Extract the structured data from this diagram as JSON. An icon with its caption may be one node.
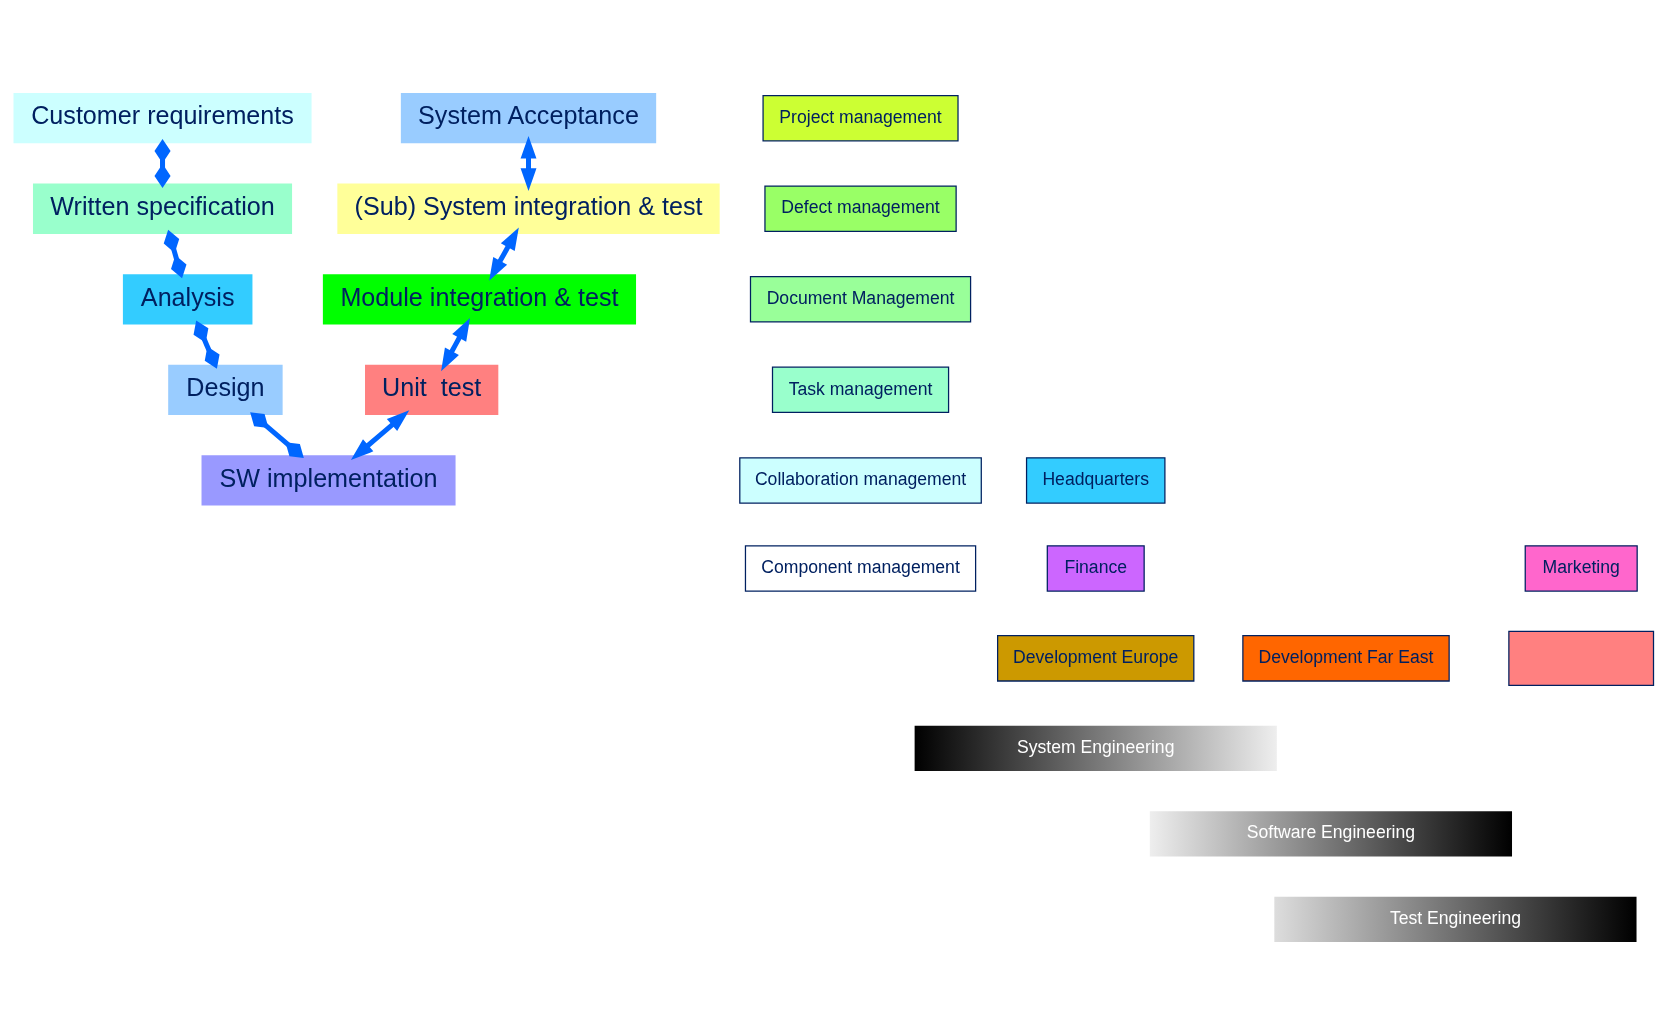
{
  "diagram": {
    "nodes": [
      {
        "text": [
          "Customer requirements"
        ]
      },
      {
        "text": [
          "Written specification"
        ]
      },
      {
        "text": [
          "Analysis"
        ]
      },
      {
        "text": [
          "Design"
        ]
      },
      {
        "text": [
          "SW implementation"
        ]
      },
      {
        "text": [
          "Unit  test"
        ]
      },
      {
        "text": [
          "Module integration & test"
        ]
      },
      {
        "text": [
          "(Sub) System integration & test"
        ]
      },
      {
        "text": [
          "System Acceptance"
        ]
      },
      {
        "text": [
          "Project management"
        ]
      },
      {
        "text": [
          "Defect management"
        ]
      },
      {
        "text": [
          "Document Management"
        ]
      },
      {
        "text": [
          "Task management"
        ]
      },
      {
        "text": [
          "Collaboration management"
        ]
      },
      {
        "text": [
          "Component management"
        ]
      },
      {
        "text": [
          "Headquarters"
        ]
      },
      {
        "text": [
          "Finance"
        ]
      },
      {
        "text": [
          "Marketing"
        ]
      },
      {
        "text": [
          "Development Europe"
        ]
      },
      {
        "text": [
          "Development Far East"
        ]
      },
      {
        "text": [],
        "shape": "box"
      },
      {
        "text": [
          "System Engineering"
        ]
      },
      {
        "text": [
          "Software Engineering"
        ]
      },
      {
        "text": [
          "Test Engineering"
        ]
      }
    ],
    "edges": [
      {
        "from": 0,
        "to": 1,
        "arrow": "other"
      },
      {
        "from": 1,
        "to": 2,
        "arrow": "other"
      },
      {
        "from": 2,
        "to": 3,
        "arrow": "other"
      },
      {
        "from": 3,
        "to": 4,
        "arrow": "other"
      },
      {
        "from": 5,
        "to": 4,
        "arrow": "both"
      },
      {
        "from": 6,
        "to": 5,
        "arrow": "both"
      },
      {
        "from": 7,
        "to": 6,
        "arrow": "both"
      },
      {
        "from": 8,
        "to": 7,
        "arrow": "both"
      }
    ]
  }
}
